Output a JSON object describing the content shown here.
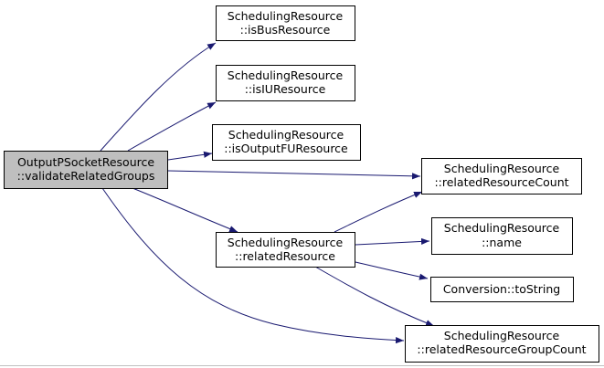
{
  "colors": {
    "edge": "#191970",
    "root_fill": "#bfbfbf",
    "node_fill": "#ffffff",
    "node_stroke": "#000000"
  },
  "nodes": {
    "root": {
      "line1": "OutputPSocketResource",
      "line2": "::validateRelatedGroups"
    },
    "isBusResource": {
      "line1": "SchedulingResource",
      "line2": "::isBusResource"
    },
    "isIUResource": {
      "line1": "SchedulingResource",
      "line2": "::isIUResource"
    },
    "isOutputFUResource": {
      "line1": "SchedulingResource",
      "line2": "::isOutputFUResource"
    },
    "relatedResourceCount": {
      "line1": "SchedulingResource",
      "line2": "::relatedResourceCount"
    },
    "relatedResource": {
      "line1": "SchedulingResource",
      "line2": "::relatedResource"
    },
    "name": {
      "line1": "SchedulingResource",
      "line2": "::name"
    },
    "toString": {
      "line1": "Conversion::toString"
    },
    "relatedResourceGroupCount": {
      "line1": "SchedulingResource",
      "line2": "::relatedResourceGroupCount"
    }
  }
}
